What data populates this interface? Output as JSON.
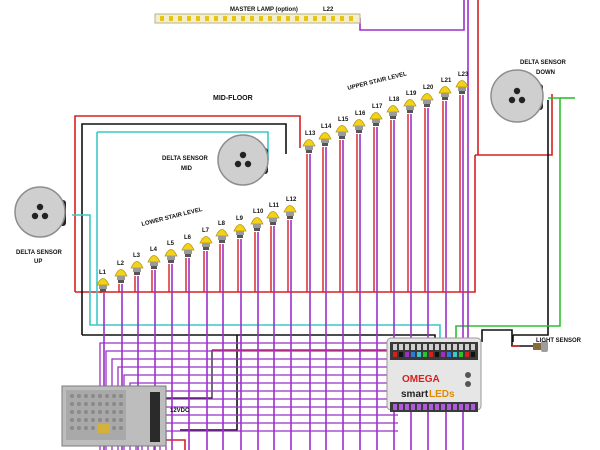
{
  "labels": {
    "master_lamp": "MASTER LAMP (option)",
    "master_lamp_id": "L22",
    "mid_floor": "MID-FLOOR",
    "upper_stair": "UPPER STAIR LEVEL",
    "lower_stair": "LOWER STAIR LEVEL",
    "sensor_up_1": "DELTA SENSOR",
    "sensor_up_2": "UP",
    "sensor_mid_1": "DELTA SENSOR",
    "sensor_mid_2": "MID",
    "sensor_down_1": "DELTA SENSOR",
    "sensor_down_2": "DOWN",
    "light_sensor": "LIGHT SENSOR",
    "power": "12VDC",
    "controller_brand": "OMEGA",
    "controller_name_a": "smart",
    "controller_name_b": "LEDs"
  },
  "lamps": [
    {
      "id": "L1"
    },
    {
      "id": "L2"
    },
    {
      "id": "L3"
    },
    {
      "id": "L4"
    },
    {
      "id": "L5"
    },
    {
      "id": "L6"
    },
    {
      "id": "L7"
    },
    {
      "id": "L8"
    },
    {
      "id": "L9"
    },
    {
      "id": "L10"
    },
    {
      "id": "L11"
    },
    {
      "id": "L12"
    },
    {
      "id": "L13"
    },
    {
      "id": "L14"
    },
    {
      "id": "L15"
    },
    {
      "id": "L16"
    },
    {
      "id": "L17"
    },
    {
      "id": "L18"
    },
    {
      "id": "L19"
    },
    {
      "id": "L20"
    },
    {
      "id": "L21"
    },
    {
      "id": "L22"
    },
    {
      "id": "L23"
    }
  ],
  "colors": {
    "positive": "#d62020",
    "negative": "#111111",
    "signal": "#9b30c8",
    "sensor_data": "#3cc8c8",
    "sensor_down": "#2fbf2f",
    "lamp": "#f2d21b"
  }
}
